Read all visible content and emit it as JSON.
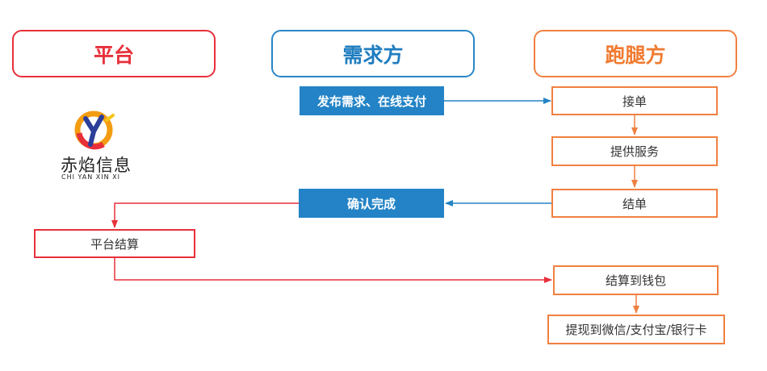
{
  "headers": {
    "platform": "平台",
    "demand": "需求方",
    "runner": "跑腿方"
  },
  "logo": {
    "name": "赤焰信息",
    "subtitle": "CHI YAN XIN XI",
    "icon": "chiyan-logo-icon"
  },
  "steps": {
    "publish": "发布需求、在线支付",
    "accept": "接单",
    "provide": "提供服务",
    "finish": "结单",
    "confirm": "确认完成",
    "settle": "平台结算",
    "wallet": "结算到钱包",
    "withdraw": "提现到微信/支付宝/银行卡"
  },
  "colors": {
    "platform": "#e8303a",
    "demand": "#2383c6",
    "runner": "#f08040"
  }
}
